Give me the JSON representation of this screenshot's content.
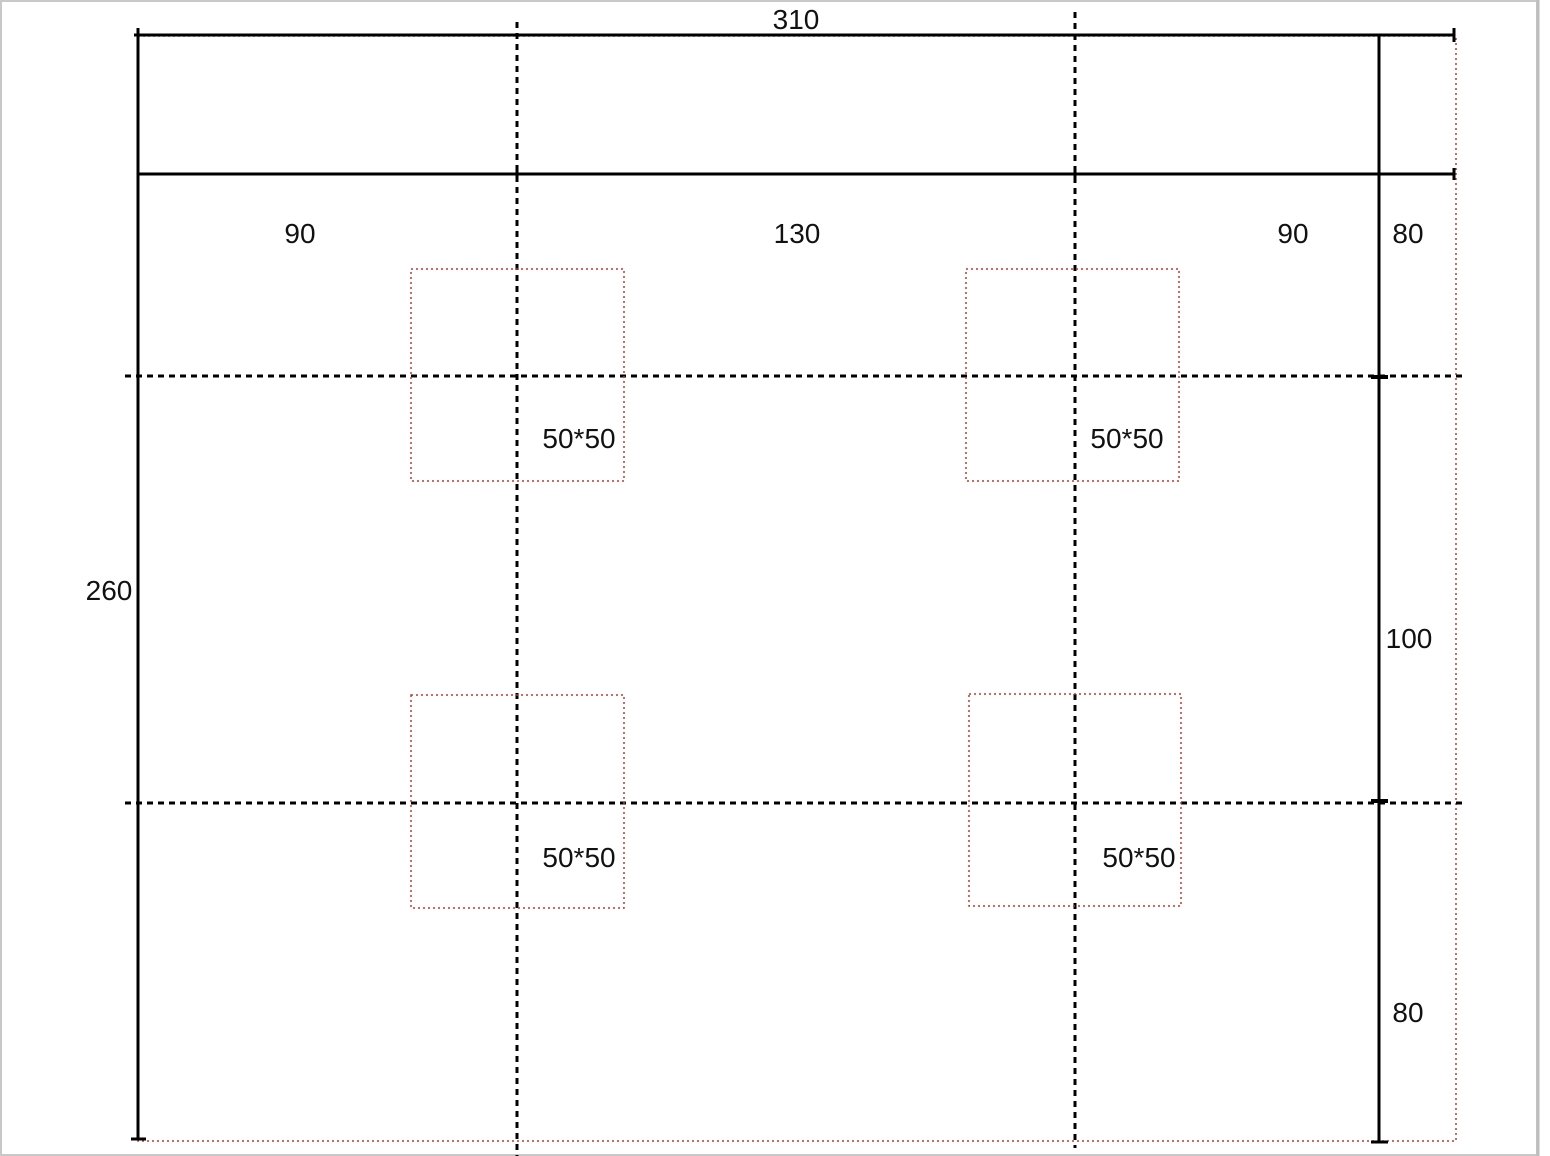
{
  "colors": {
    "line": "#000000",
    "outline_red": "#c0392b",
    "frame_gray": "#c8c8c8",
    "background": "#ffffff"
  },
  "labels": {
    "total_width": "310",
    "seg_left": "90",
    "seg_middle": "130",
    "seg_right": "90",
    "right_top": "80",
    "right_middle": "100",
    "right_bottom": "80",
    "total_height": "260",
    "square_top_left": "50*50",
    "square_top_right": "50*50",
    "square_bottom_left": "50*50",
    "square_bottom_right": "50*50"
  }
}
